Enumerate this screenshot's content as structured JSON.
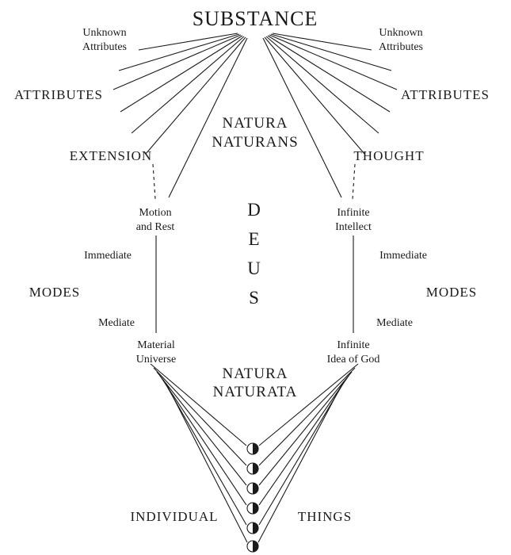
{
  "diagram": {
    "substance": "SUBSTANCE",
    "natura_naturans": [
      "NATURA",
      "NATURANS"
    ],
    "natura_naturata": [
      "NATURA",
      "NATURATA"
    ],
    "deus": [
      "D",
      "E",
      "U",
      "S"
    ],
    "left": {
      "unknown_attributes": [
        "Unknown",
        "Attributes"
      ],
      "attributes": "ATTRIBUTES",
      "attribute_name": "EXTENSION",
      "first_mode": [
        "Motion",
        "and Rest"
      ],
      "immediate": "Immediate",
      "modes": "MODES",
      "mediate": "Mediate",
      "mediate_mode": [
        "Material",
        "Universe"
      ]
    },
    "right": {
      "unknown_attributes": [
        "Unknown",
        "Attributes"
      ],
      "attributes": "ATTRIBUTES",
      "attribute_name": "THOUGHT",
      "first_mode": [
        "Infinite",
        "Intellect"
      ],
      "immediate": "Immediate",
      "modes": "MODES",
      "mediate": "Mediate",
      "mediate_mode": [
        "Infinite",
        "Idea of God"
      ]
    },
    "bottom": {
      "individual": "INDIVIDUAL",
      "things": "THINGS"
    }
  }
}
